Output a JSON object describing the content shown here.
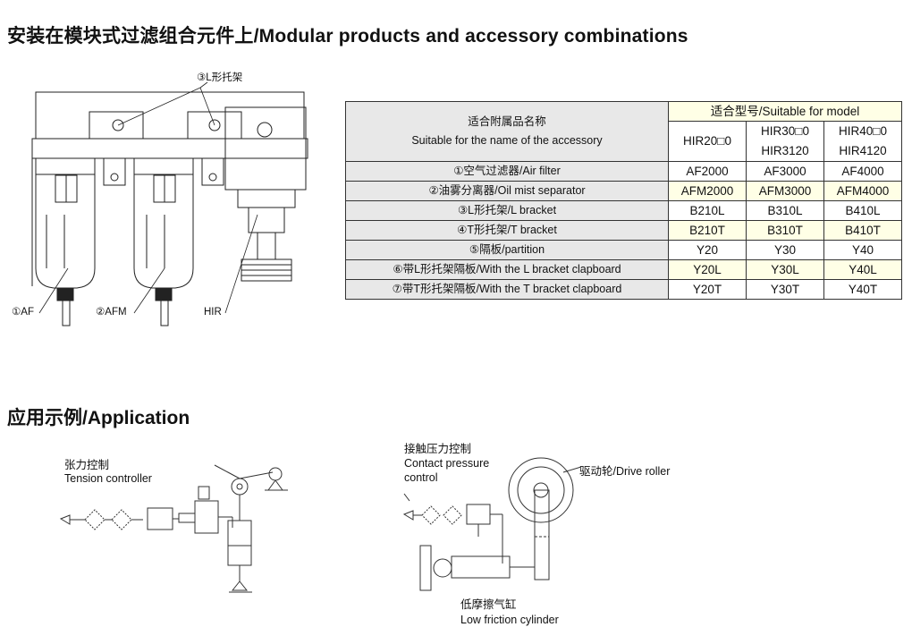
{
  "headings": {
    "top": "安装在模块式过滤组合元件上/Modular products and accessory combinations",
    "application": "应用示例/Application"
  },
  "assembly_labels": {
    "bracket": "③L形托架",
    "af": "①AF",
    "afm": "②AFM",
    "hir": "HIR"
  },
  "table": {
    "name_header_cn": "适合附属品名称",
    "name_header_en": "Suitable for the name of the accessory",
    "model_header": "适合型号/Suitable for model",
    "models": [
      {
        "line1": "HIR20□0",
        "line2": ""
      },
      {
        "line1": "HIR30□0",
        "line2": "HIR3120"
      },
      {
        "line1": "HIR40□0",
        "line2": "HIR4120"
      }
    ],
    "rows": [
      {
        "name": "①空气过滤器/Air filter",
        "values": [
          "AF2000",
          "AF3000",
          "AF4000"
        ]
      },
      {
        "name": "②油雾分离器/Oil mist separator",
        "values": [
          "AFM2000",
          "AFM3000",
          "AFM4000"
        ]
      },
      {
        "name": "③L形托架/L bracket",
        "values": [
          "B210L",
          "B310L",
          "B410L"
        ]
      },
      {
        "name": "④T形托架/T bracket",
        "values": [
          "B210T",
          "B310T",
          "B410T"
        ]
      },
      {
        "name": "⑤隔板/partition",
        "values": [
          "Y20",
          "Y30",
          "Y40"
        ]
      },
      {
        "name": "⑥带L形托架隔板/With the L bracket clapboard",
        "values": [
          "Y20L",
          "Y30L",
          "Y40L"
        ]
      },
      {
        "name": "⑦带T形托架隔板/With the T bracket clapboard",
        "values": [
          "Y20T",
          "Y30T",
          "Y40T"
        ]
      }
    ]
  },
  "application": {
    "tension_cn": "张力控制",
    "tension_en": "Tension controller",
    "contact_cn": "接触压力控制",
    "contact_en_1": "Contact pressure",
    "contact_en_2": "control",
    "drive_roller": "驱动轮/Drive roller",
    "cylinder_cn": "低摩擦气缸",
    "cylinder_en": "Low friction cylinder"
  },
  "colors": {
    "cell_yellow": "#ffffe6",
    "header_gray": "#e4e4e4"
  }
}
